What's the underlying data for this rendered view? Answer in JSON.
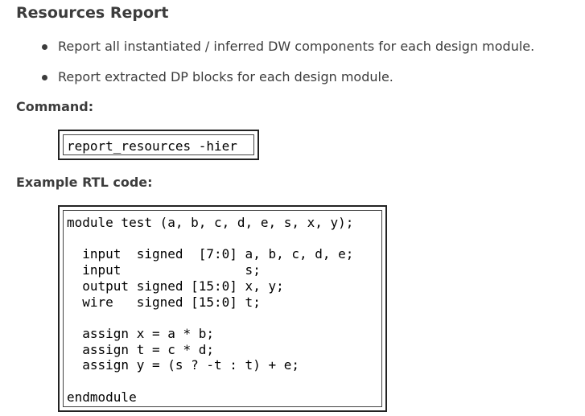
{
  "report": {
    "title": "Resources Report",
    "bullets": [
      "Report all instantiated / inferred DW components for each design module.",
      "Report extracted DP blocks for each design module."
    ]
  },
  "command_section": {
    "label": "Command:",
    "code": "report_resources -hier"
  },
  "example_section": {
    "label": "Example RTL code:",
    "code_lines": [
      "module test (a, b, c, d, e, s, x, y);",
      "",
      "  input  signed  [7:0] a, b, c, d, e;",
      "  input                s;",
      "  output signed [15:0] x, y;",
      "  wire   signed [15:0] t;",
      "",
      "  assign x = a * b;",
      "  assign t = c * d;",
      "  assign y = (s ? -t : t) + e;",
      "",
      "endmodule"
    ]
  }
}
